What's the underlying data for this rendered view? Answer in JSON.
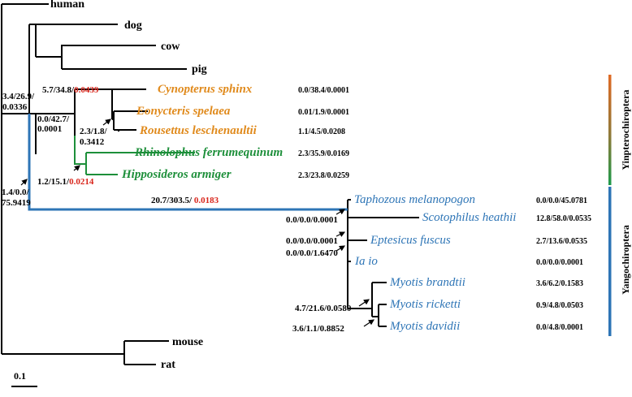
{
  "colors": {
    "orange": "#e08a1c",
    "green": "#1d8f3a",
    "blue": "#2e75b6",
    "red": "#d9261c",
    "black": "#000000"
  },
  "taxa": [
    {
      "id": "human",
      "label": "human",
      "group": "outgroup"
    },
    {
      "id": "dog",
      "label": "dog",
      "group": "outgroup"
    },
    {
      "id": "cow",
      "label": "cow",
      "group": "outgroup"
    },
    {
      "id": "pig",
      "label": "pig",
      "group": "outgroup"
    },
    {
      "id": "cynopterus",
      "label": "Cynopterus sphinx",
      "group": "pteropodidae",
      "values": "0.0/38.4/0.0001"
    },
    {
      "id": "eonycteris",
      "label": "Eonycteris spelaea",
      "group": "pteropodidae",
      "values": "0.01/1.9/0.0001"
    },
    {
      "id": "rousettus",
      "label": "Rousettus leschenaultii",
      "group": "pteropodidae",
      "values": "1.1/4.5/0.0208"
    },
    {
      "id": "rhinolophus",
      "label": "Rhinolophus ferrumequinum",
      "group": "rhinolophoidea",
      "values": "2.3/35.9/0.0169"
    },
    {
      "id": "hipposideros",
      "label": "Hipposideros armiger",
      "group": "rhinolophoidea",
      "values": "2.3/23.8/0.0259"
    },
    {
      "id": "taphozous",
      "label": "Taphozous melanopogon",
      "group": "yangochiroptera",
      "values": "0.0/0.0/45.0781"
    },
    {
      "id": "scotophilus",
      "label": "Scotophilus heathii",
      "group": "yangochiroptera",
      "values": "12.8/58.0/0.0535"
    },
    {
      "id": "eptesicus",
      "label": "Eptesicus fuscus",
      "group": "yangochiroptera",
      "values": "2.7/13.6/0.0535"
    },
    {
      "id": "iaio",
      "label": "Ia io",
      "group": "yangochiroptera",
      "values": "0.0/0.0/0.0001"
    },
    {
      "id": "mbrandtii",
      "label": "Myotis brandtii",
      "group": "yangochiroptera",
      "values": "3.6/6.2/0.1583"
    },
    {
      "id": "mricketti",
      "label": "Myotis ricketti",
      "group": "yangochiroptera",
      "values": "0.9/4.8/0.0503"
    },
    {
      "id": "mdavidii",
      "label": "Myotis davidii",
      "group": "yangochiroptera",
      "values": "0.0/4.8/0.0001"
    },
    {
      "id": "mouse",
      "label": "mouse",
      "group": "outgroup"
    },
    {
      "id": "rat",
      "label": "rat",
      "group": "outgroup"
    }
  ],
  "node_labels": [
    {
      "id": "laurasiatheria",
      "line1": "3.4/26.9/",
      "line2": "0.0336"
    },
    {
      "id": "pteropodidae",
      "line1": "5.7/34.8/",
      "red": "0.0439"
    },
    {
      "id": "yinptero",
      "line1": "0.0/42.7/",
      "line2": "0.0001"
    },
    {
      "id": "eony_rous",
      "line1": "2.3/1.8/",
      "line2": "0.3412"
    },
    {
      "id": "rhinolophoidea",
      "line1": "1.2/15.1/",
      "red": "0.0214"
    },
    {
      "id": "chiroptera",
      "line1": "1.4/0.0/",
      "line2": "75.9419"
    },
    {
      "id": "yango_branch",
      "line1": "20.7/303.5/ ",
      "red": "0.0183"
    },
    {
      "id": "yango_node1",
      "line1": "0.0/0.0/0.0001"
    },
    {
      "id": "yango_node2",
      "line1": "0.0/0.0/0.0001"
    },
    {
      "id": "yango_node3",
      "line1": "0.0/0.0/1.6470"
    },
    {
      "id": "myotis",
      "line1": "4.7/21.6/0.0580"
    },
    {
      "id": "myotis_inner",
      "line1": "3.6/1.1/0.8852"
    }
  ],
  "clades": [
    {
      "id": "yinpterochiroptera",
      "label": "Yinpterochiroptera"
    },
    {
      "id": "yangochiroptera",
      "label": "Yangochiroptera"
    }
  ],
  "scale_bar": {
    "label": "0.1"
  }
}
